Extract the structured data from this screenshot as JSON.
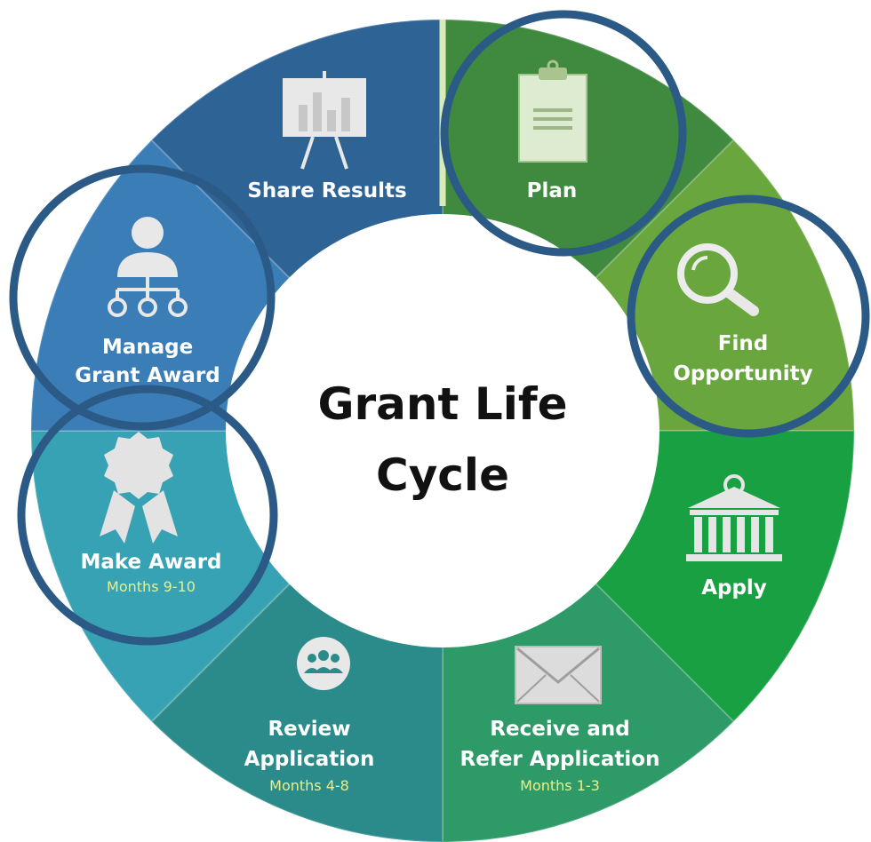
{
  "center_title": {
    "line1": "Grant Life",
    "line2": "Cycle"
  },
  "segments": [
    {
      "id": "plan",
      "lines": [
        "Plan"
      ],
      "sub": "",
      "icon": "clipboard-icon",
      "color": "#3f8a3f",
      "highlighted": true
    },
    {
      "id": "find-opportunity",
      "lines": [
        "Find",
        "Opportunity"
      ],
      "sub": "",
      "icon": "magnifier-icon",
      "color": "#6aa63e",
      "highlighted": true
    },
    {
      "id": "apply",
      "lines": [
        "Apply"
      ],
      "sub": "",
      "icon": "bank-building-icon",
      "color": "#18a043",
      "highlighted": false
    },
    {
      "id": "receive-and-refer-application",
      "lines": [
        "Receive and",
        "Refer Application"
      ],
      "sub": "Months 1-3",
      "icon": "envelope-icon",
      "color": "#2e9a68",
      "highlighted": false
    },
    {
      "id": "review-application",
      "lines": [
        "Review",
        "Application"
      ],
      "sub": "Months 4-8",
      "icon": "people-group-icon",
      "color": "#2b8b8a",
      "highlighted": false
    },
    {
      "id": "make-award",
      "lines": [
        "Make Award"
      ],
      "sub": "Months 9-10",
      "icon": "award-ribbon-icon",
      "color": "#37a2b3",
      "highlighted": true
    },
    {
      "id": "manage-grant-award",
      "lines": [
        "Manage",
        "Grant Award"
      ],
      "sub": "",
      "icon": "org-chart-icon",
      "color": "#3a7db7",
      "highlighted": true
    },
    {
      "id": "share-results",
      "lines": [
        "Share Results"
      ],
      "sub": "",
      "icon": "presentation-chart-icon",
      "color": "#2e6396",
      "highlighted": false
    }
  ],
  "colors": {
    "highlight_ring": "#2b5a87",
    "center_fill": "#ffffff"
  }
}
